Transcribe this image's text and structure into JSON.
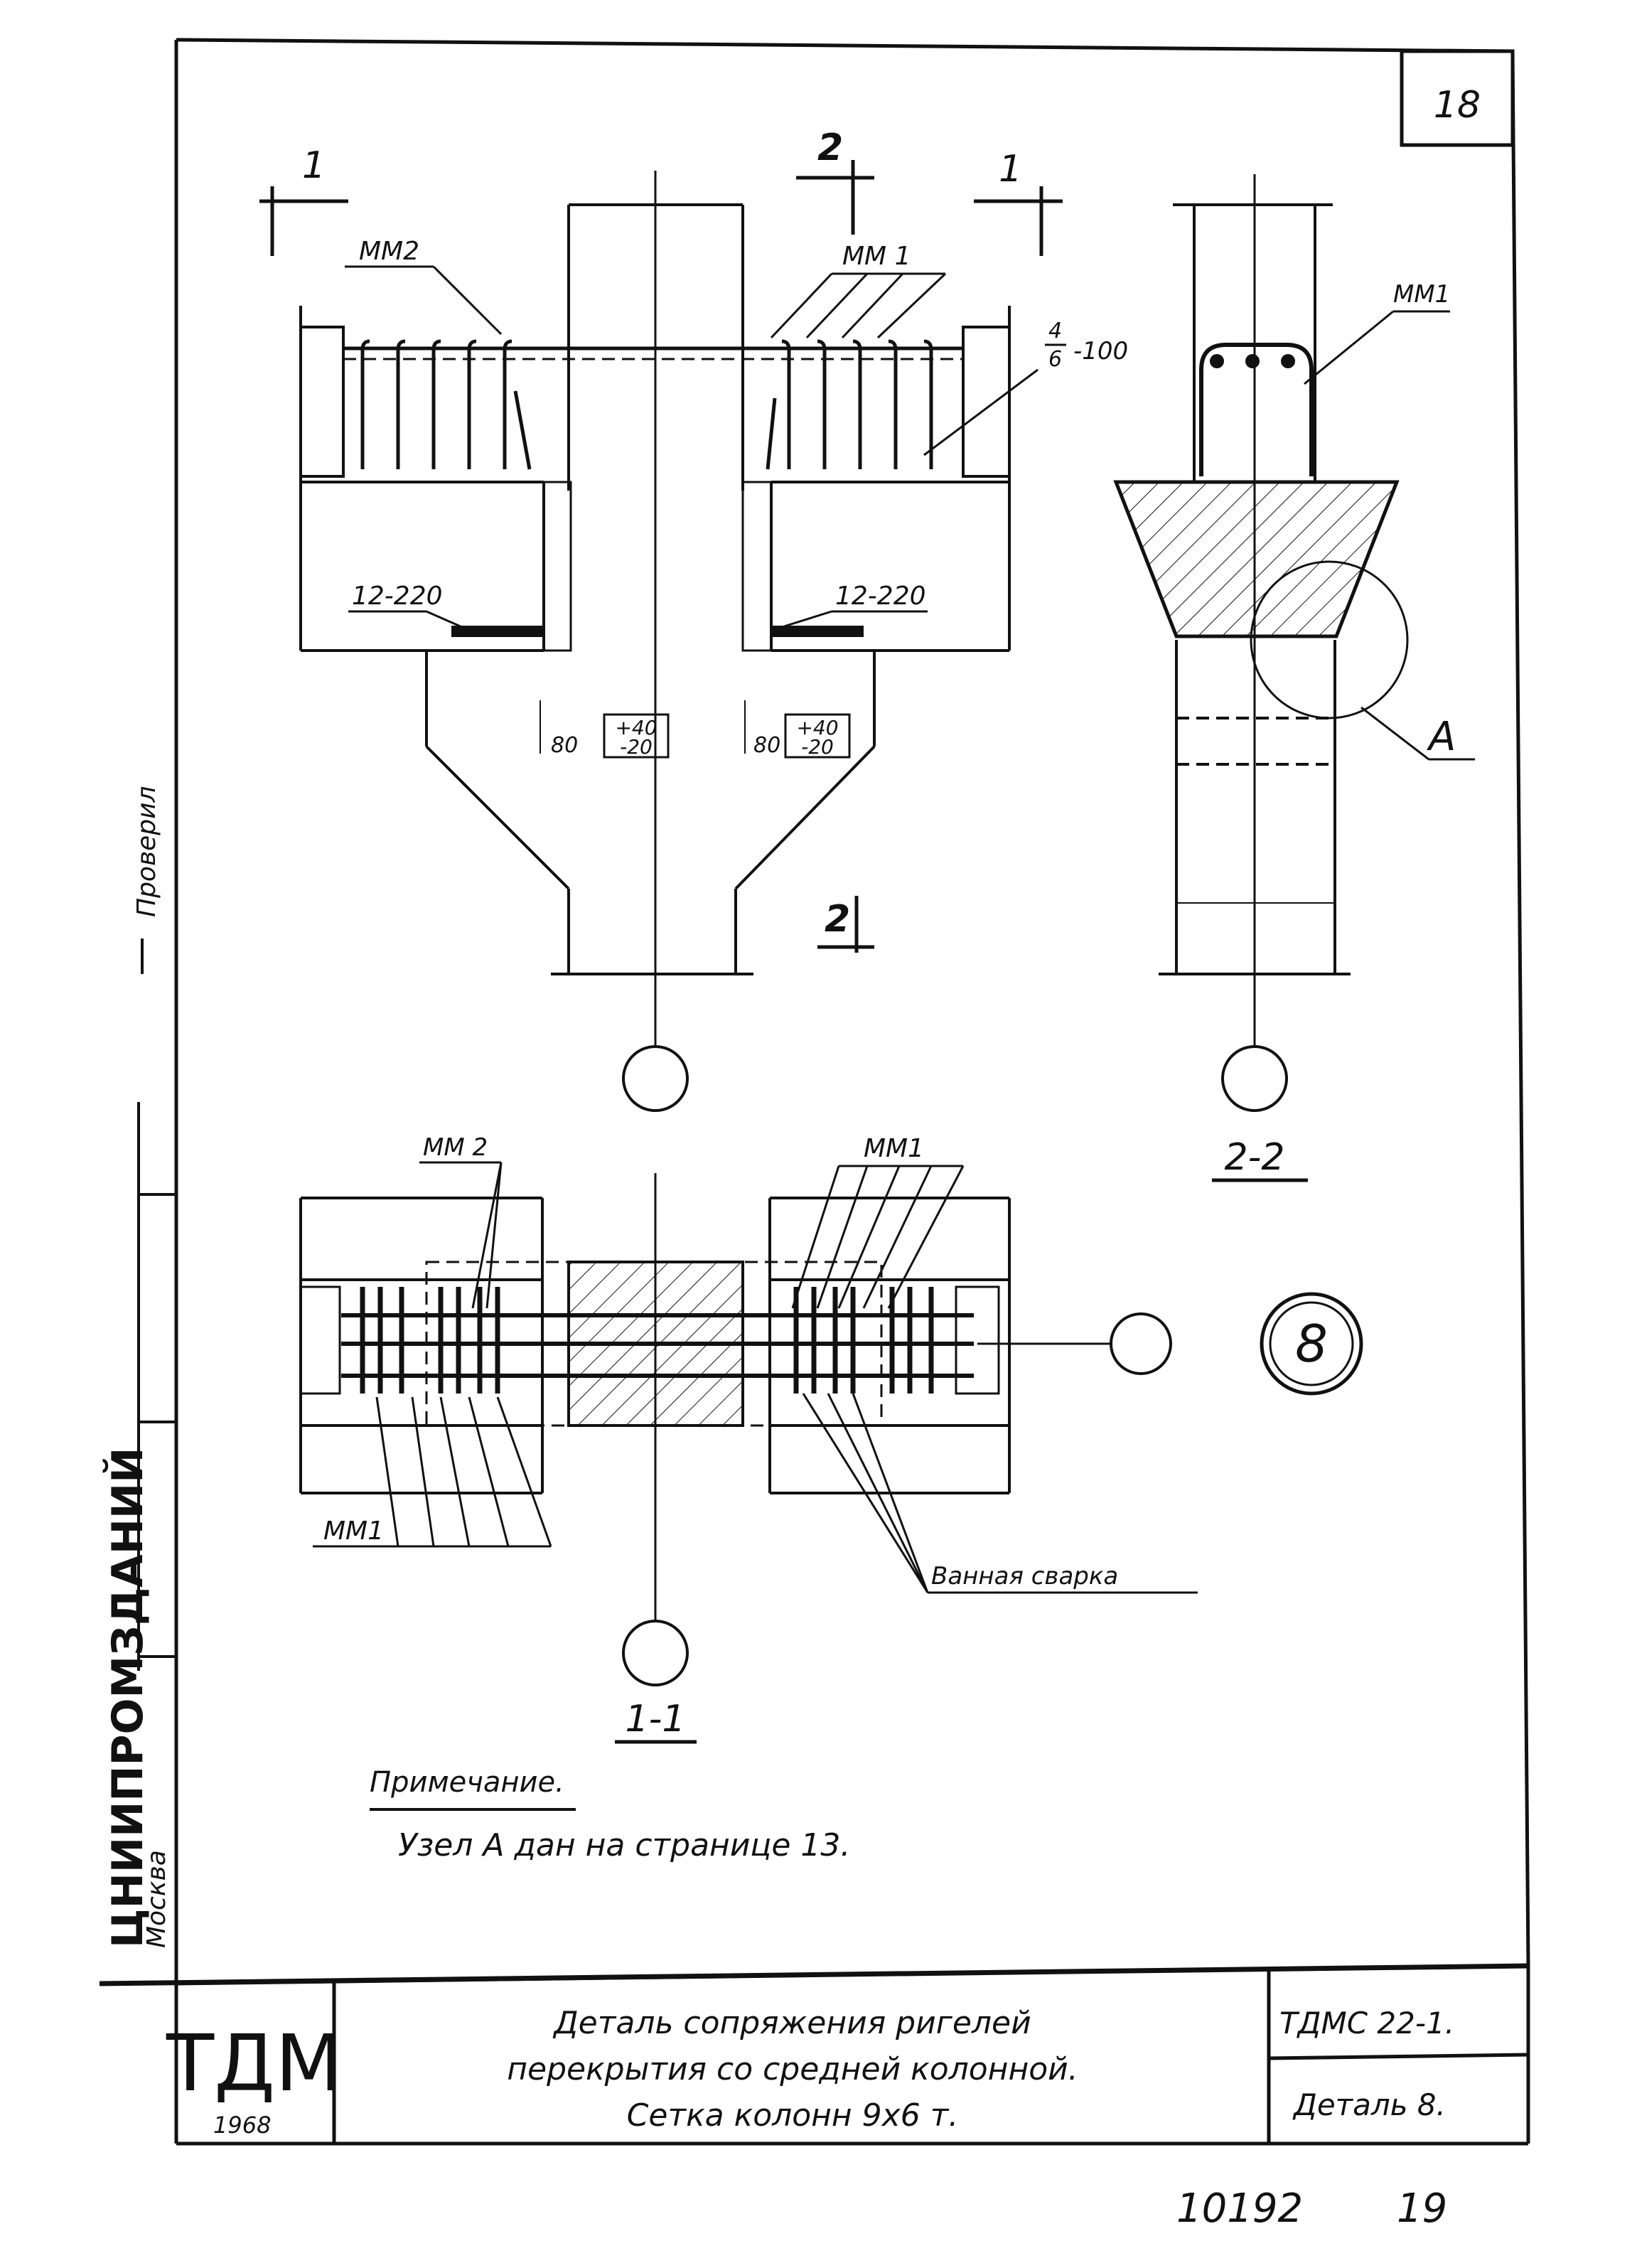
{
  "sheet_number": "18",
  "side_margin": {
    "stamp_vertical": "Проверил",
    "org_vertical": "ЦНИИПРОМЗДАНИЙ",
    "city_vertical": "Москва"
  },
  "section_marks": {
    "cut_1_left": "1",
    "cut_1_right": "1",
    "cut_2_top": "2",
    "cut_2_bottom": "2"
  },
  "elevation": {
    "mm2_label": "ММ2",
    "mm1_label": "ММ 1",
    "spacing_top": "4",
    "spacing_bottom": "6",
    "spacing_value": "-100",
    "bar_left": "12-220",
    "bar_right": "12-220",
    "dim_left_80": "80",
    "dim_left_tol_plus": "+40",
    "dim_left_tol_minus": "-20",
    "dim_right_80": "80",
    "dim_right_tol_plus": "+40",
    "dim_right_tol_minus": "-20"
  },
  "section_2_2": {
    "mm1_label": "ММ1",
    "node_label": "А",
    "title": "2-2"
  },
  "section_1_1": {
    "mm2_label": "ММ 2",
    "mm1_top_label": "ММ1",
    "mm1_bottom_label": "ММ1",
    "weld_label": "Ванная сварка",
    "title": "1-1"
  },
  "detail_mark": "8",
  "note": {
    "heading": "Примечание.",
    "text": "Узел А дан на странице 13."
  },
  "title_block": {
    "logo": "ТДМ",
    "year": "1968",
    "title_line1": "Деталь сопряжения ригелей",
    "title_line2": "перекрытия со средней колонной.",
    "title_line3": "Сетка колонн 9x6 т.",
    "doc_code": "ТДМС 22-1.",
    "detail_label": "Деталь 8."
  },
  "footer": {
    "inventory_number": "10192",
    "page_number": "19"
  }
}
